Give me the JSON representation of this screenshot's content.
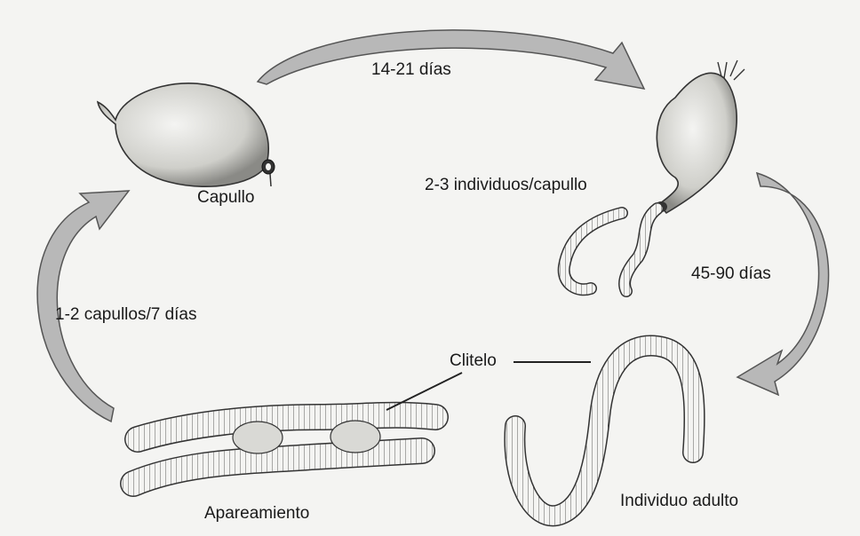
{
  "diagram": {
    "labels": {
      "cocoon_duration": "14-21 días",
      "cocoon": "Capullo",
      "individuals_per_cocoon": "2-3 individuos/capullo",
      "growth_duration": "45-90 días",
      "cocoon_rate": "1-2 capullos/7 días",
      "clitellum": "Clitelo",
      "mating": "Apareamiento",
      "adult": "Individuo adulto"
    },
    "colors": {
      "background": "#f4f4f2",
      "arrow_fill": "#b8b8b8",
      "arrow_stroke": "#555555",
      "ink": "#1a1a1a",
      "cocoon_shade": "#d9d9d5"
    },
    "icons": {
      "cocoon": "cocoon-icon",
      "hatching_cocoon": "hatching-cocoon-icon",
      "juvenile_worm": "juvenile-worm-icon",
      "adult_worm": "adult-worm-icon",
      "mating_worms": "mating-worms-icon"
    }
  }
}
